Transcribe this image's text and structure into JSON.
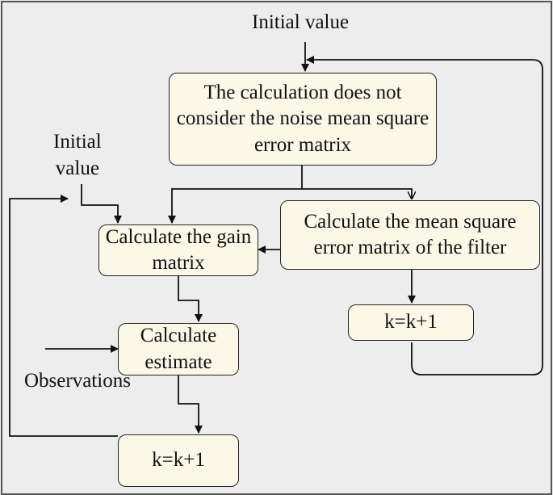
{
  "labels": {
    "initial_value_top": "Initial value",
    "initial_value_left": "Initial\nvalue",
    "observations": "Observations"
  },
  "boxes": {
    "no_noise_calc": "The calculation does not consider the noise mean square error matrix",
    "mse_filter": "Calculate the mean square error matrix of the filter",
    "gain_matrix": "Calculate the gain matrix",
    "estimate": "Calculate estimate",
    "k_increment_left": "k=k+1",
    "k_increment_right": "k=k+1"
  }
}
